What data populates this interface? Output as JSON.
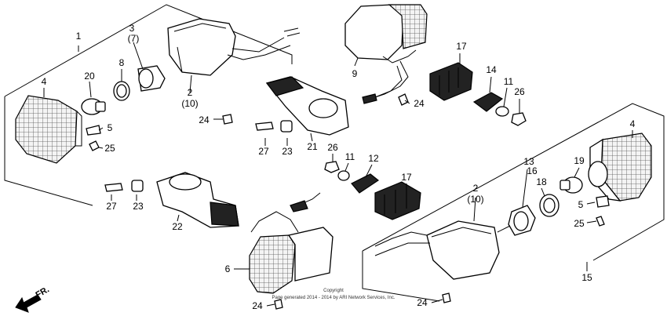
{
  "callouts": {
    "c1": "1",
    "c3": "3",
    "c7": "(7)",
    "c8": "8",
    "c20": "20",
    "c4a": "4",
    "c2a": "2",
    "c10a": "(10)",
    "c5a": "5",
    "c25a": "25",
    "c24a": "24",
    "c9": "9",
    "c17a": "17",
    "c14": "14",
    "c11a": "11",
    "c26a": "26",
    "c24b": "24",
    "c27a": "27",
    "c23a": "23",
    "c21": "21",
    "c26b": "26",
    "c11b": "11",
    "c12": "12",
    "c17b": "17",
    "c27b": "27",
    "c23b": "23",
    "c22": "22",
    "c6": "6",
    "c24c": "24",
    "c4b": "4",
    "c13": "13",
    "c16": "16",
    "c19": "19",
    "c18": "18",
    "c2b": "2",
    "c10b": "(10)",
    "c5b": "5",
    "c25b": "25",
    "c15": "15",
    "c24d": "24"
  },
  "copyright_line1": "Copyright",
  "copyright_line2": "Page generated 2014 - 2014 by ARI Network Services, Inc.",
  "direction_label": "FR."
}
